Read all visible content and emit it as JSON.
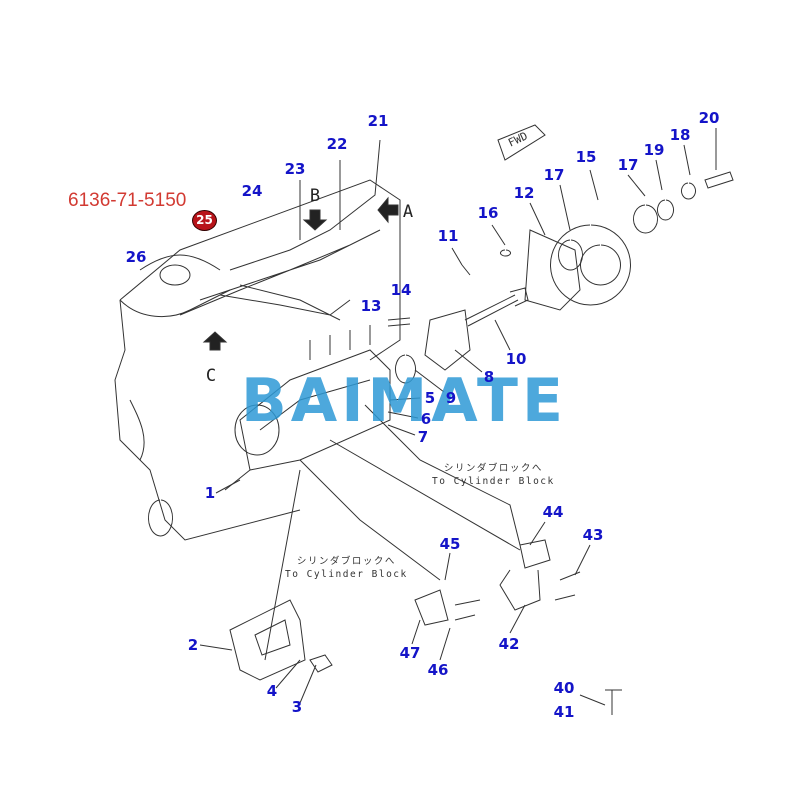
{
  "diagram": {
    "part_number": "6136-71-5150",
    "highlighted_callout": "25",
    "watermark": "BAIMATE",
    "direction_arrow": "FWD",
    "view_letters": [
      "A",
      "B",
      "C"
    ],
    "notes": [
      {
        "jp": "シリンダブロックへ",
        "en": "To Cylinder Block"
      },
      {
        "jp": "シリンダブロックへ",
        "en": "To Cylinder Block"
      }
    ],
    "callouts": [
      "1",
      "2",
      "3",
      "4",
      "5",
      "6",
      "7",
      "8",
      "9",
      "10",
      "11",
      "12",
      "13",
      "14",
      "15",
      "16",
      "17",
      "17",
      "18",
      "19",
      "20",
      "21",
      "22",
      "23",
      "24",
      "26",
      "40",
      "41",
      "42",
      "43",
      "44",
      "45",
      "46",
      "47"
    ],
    "colors": {
      "callout": "#1414c8",
      "part_number": "#d23a32",
      "badge": "#b8141a",
      "watermark": "#2e9ad6"
    }
  }
}
